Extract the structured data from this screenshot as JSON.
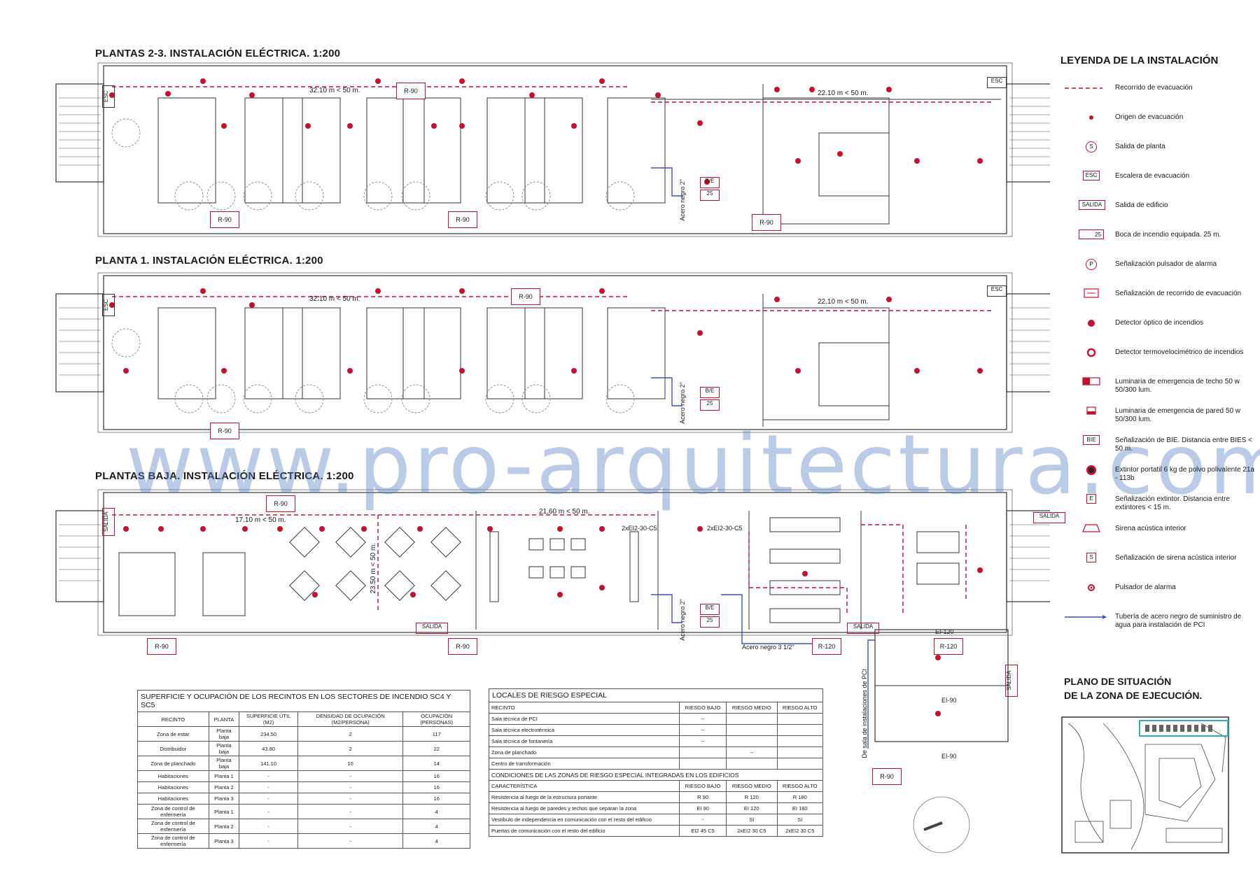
{
  "plans": {
    "upper_title": "PLANTAS 2-3. INSTALACIÓN ELÉCTRICA. 1:200",
    "first_title": "PLANTA 1. INSTALACIÓN ELÉCTRICA. 1:200",
    "ground_title": "PLANTAS BAJA. INSTALACIÓN ELÉCTRICA. 1:200"
  },
  "labels": {
    "esc": "ESC",
    "r90": "R-90",
    "r120": "R-120",
    "bie": "B/E",
    "bie_num": "25",
    "salida": "SALIDA",
    "dist_left_upper": "32.10 m < 50 m.",
    "dist_right_upper": "22.10 m < 50 m.",
    "dist_left_ground": "17.10 m < 50 m.",
    "dist_mid_ground": "21.60 m < 50 m.",
    "dist_vert_ground": "23.50 m < 50 m.",
    "acero_negro_2": "Acero negro 2\"",
    "acero_negro_3": "Acero negro 3 1/2\"",
    "ei2": "2xEI2-30-C5",
    "ei90": "EI-90",
    "ei120": "EI-120",
    "sala_pci": "De sala de instalaciones de PCI",
    "s": "S",
    "p": "P",
    "e": "E"
  },
  "legend": {
    "title": "LEYENDA DE LA INSTALACIÓN",
    "items": [
      "Recorrido de evacuación",
      "Origen de evacuación",
      "Salida de planta",
      "Escalera de evacuación",
      "Salida de edificio",
      "Boca de incendio equipada. 25 m.",
      "Señalización pulsador de alarma",
      "Señalización de recorrido de evacuación",
      "Detector óptico de incendios",
      "Detector termovelocimétrico de incendios",
      "Luminaria de emergencia de techo 50 w 50/300 lum.",
      "Luminaria de emergencia de pared 50 w 50/300 lum.",
      "Señalización de BIE. Distancia entre BIES < 50 m.",
      "Extintor portatil 6 kg de polvo polivalente 21a - 113b",
      "Señalización extintor. Distancia entre extintores < 15 m.",
      "Sirena acústica interior",
      "Señalización de sirena acústica interior",
      "Pulsador de alarma",
      "Tubería de acero negro de suministro de agua para instalación de PCI"
    ],
    "sym_labels": {
      "s": "S",
      "esc": "ESC",
      "salida": "SALIDA",
      "bie": "BIE",
      "num": "25",
      "p": "P",
      "e": "E"
    }
  },
  "occupancy_table": {
    "title": "SUPERFICIE Y OCUPACIÓN DE LOS RECINTOS EN LOS SECTORES DE INCENDIO SC4 Y SC5",
    "headers": [
      "RECINTO",
      "PLANTA",
      "SUPERFICIE ÚTIL (M2)",
      "DENSIDAD DE OCUPACIÓN (M2/PERSONA)",
      "OCUPACIÓN (PERSONAS)"
    ],
    "rows": [
      [
        "Zona de estar",
        "Planta baja",
        "234.50",
        "2",
        "117"
      ],
      [
        "Distribuidor",
        "Planta baja",
        "43.80",
        "2",
        "22"
      ],
      [
        "Zona de planchado",
        "Planta baja",
        "141.10",
        "10",
        "14"
      ],
      [
        "Habitaciones",
        "Planta 1",
        "-",
        "-",
        "16"
      ],
      [
        "Habitaciones",
        "Planta 2",
        "-",
        "-",
        "16"
      ],
      [
        "Habitaciones",
        "Planta 3",
        "-",
        "-",
        "16"
      ],
      [
        "Zona de control de enfermería",
        "Planta 1",
        "-",
        "-",
        "4"
      ],
      [
        "Zona de control de enfermería",
        "Planta 2",
        "-",
        "-",
        "4"
      ],
      [
        "Zona de control de enfermería",
        "Planta 3",
        "-",
        "-",
        "4"
      ]
    ]
  },
  "risk_table": {
    "title": "LOCALES DE RIESGO ESPECIAL",
    "headers": [
      "RECINTO",
      "RIESGO BAJO",
      "RIESGO MEDIO",
      "RIESGO ALTO"
    ],
    "rows": [
      [
        "Sala técnica de PCI",
        "--",
        "",
        ""
      ],
      [
        "Sala técnica electrotérmica",
        "--",
        "",
        ""
      ],
      [
        "Sala técnica de fontanería",
        "--",
        "",
        ""
      ],
      [
        "Zona de planchado",
        "",
        "--",
        ""
      ],
      [
        "Centro de transformación",
        "",
        "",
        ""
      ]
    ],
    "sub_title": "CONDICIONES DE LAS ZONAS DE RIESGO ESPECIAL INTEGRADAS EN LOS EDIFICIOS",
    "sub_headers": [
      "CARACTERÍSTICA",
      "RIESGO BAJO",
      "RIESGO MEDIO",
      "RIESGO ALTO"
    ],
    "sub_rows": [
      [
        "Resistencia al fuego de la estructura portante",
        "R 90",
        "R 120",
        "R 180"
      ],
      [
        "Resistencia al fuego de paredes y techos que separan la zona",
        "EI 90",
        "EI 120",
        "EI 180"
      ],
      [
        "Vestíbulo de independencia en comunicación con el resto del edificio",
        "-",
        "Sí",
        "Sí"
      ],
      [
        "Puertas de comunicación con el resto del edificio",
        "EI2 45 C5",
        "2xEI2 30 C5",
        "2xEI2 30 C5"
      ]
    ]
  },
  "situation": {
    "title_line1": "PLANO DE SITUACIÓN",
    "title_line2": "DE LA ZONA DE EJECUCIÓN."
  },
  "watermark": "www.pro-arquitectura.com",
  "colors": {
    "red": "#c8102e",
    "blue": "#3b4fd0",
    "line": "#333333",
    "watermark": "#5a82c8"
  }
}
